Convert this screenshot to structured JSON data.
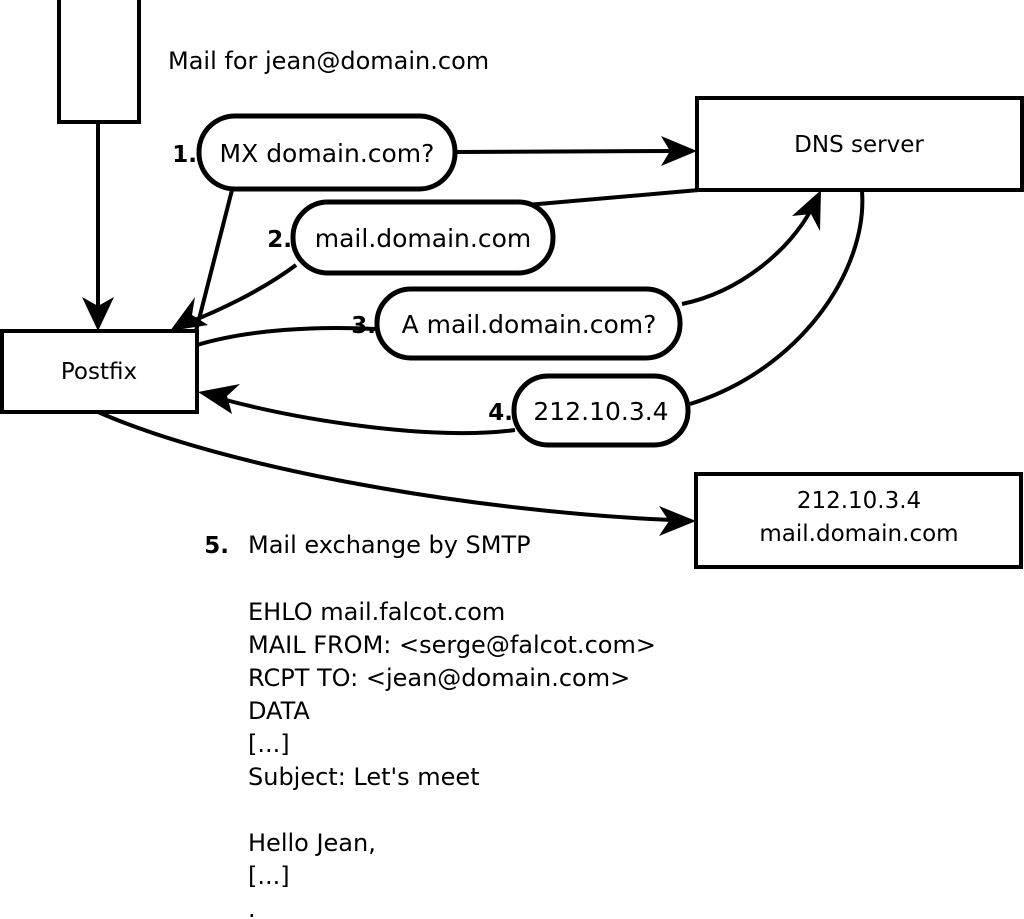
{
  "diagram": {
    "title_caption": "Mail for jean@domain.com",
    "nodes": {
      "client_box": {
        "label": ""
      },
      "postfix": {
        "label": "Postfix"
      },
      "dns_server": {
        "label": "DNS server"
      },
      "mail_server": {
        "line1": "212.10.3.4",
        "line2": "mail.domain.com"
      }
    },
    "steps": [
      {
        "number": "1.",
        "label": "MX domain.com?"
      },
      {
        "number": "2.",
        "label": "mail.domain.com"
      },
      {
        "number": "3.",
        "label": "A mail.domain.com?"
      },
      {
        "number": "4.",
        "label": "212.10.3.4"
      }
    ],
    "step5": {
      "number": "5.",
      "label": "Mail exchange by SMTP"
    },
    "smtp_transcript": [
      "EHLO mail.falcot.com",
      "MAIL FROM: <serge@falcot.com>",
      "RCPT TO: <jean@domain.com>",
      "DATA",
      "[...]",
      "Subject: Let's meet",
      "",
      "Hello Jean,",
      "[...]",
      "."
    ],
    "colors": {
      "stroke": "#000000",
      "fill": "#ffffff",
      "text": "#000000"
    }
  }
}
